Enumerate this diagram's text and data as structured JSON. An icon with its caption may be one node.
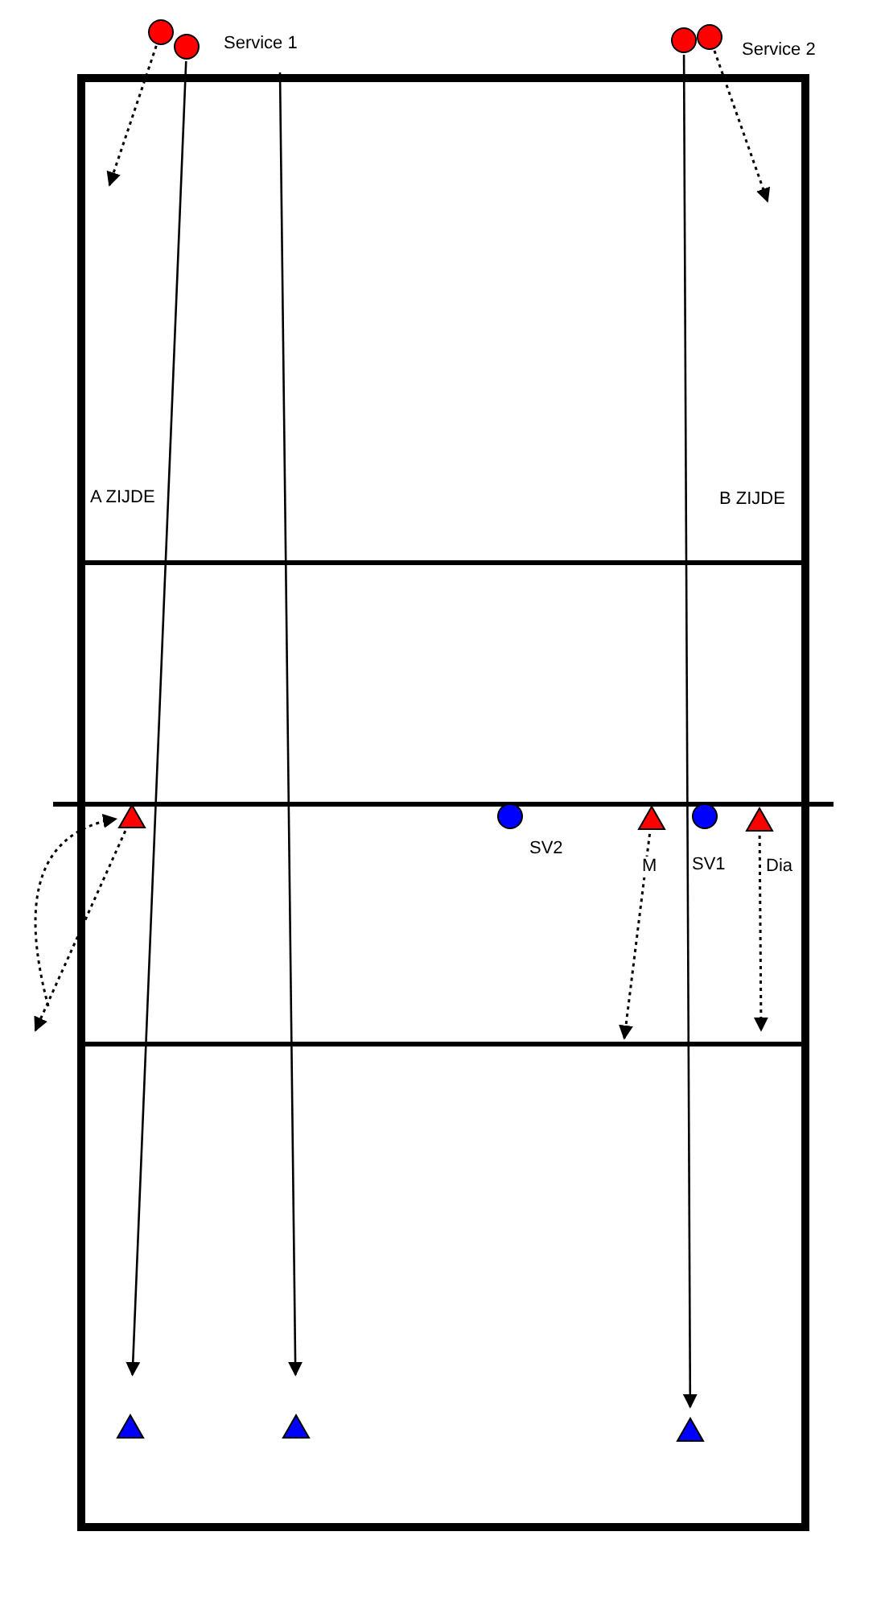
{
  "diagram": {
    "nodes": [
      {
        "text": [],
        "shape": "circle"
      },
      {
        "text": [],
        "shape": "circle",
        "beside": [
          "Service 1"
        ]
      },
      {
        "text": [],
        "shape": "circle"
      },
      {
        "text": [],
        "shape": "circle",
        "beside": [
          "Service 2"
        ]
      },
      {
        "text": [],
        "shape": "triangle"
      },
      {
        "text": [],
        "shape": "triangle",
        "beside": [
          "M"
        ]
      },
      {
        "text": [],
        "shape": "triangle",
        "beside": [
          "Dia"
        ]
      },
      {
        "text": [],
        "shape": "circle",
        "beside": [
          "SV2"
        ]
      },
      {
        "text": [],
        "shape": "circle",
        "beside": [
          "SV1"
        ]
      },
      {
        "text": [],
        "shape": "triangle"
      },
      {
        "text": [],
        "shape": "triangle"
      },
      {
        "text": [],
        "shape": "triangle"
      }
    ],
    "edges": [
      {
        "from": 1,
        "to": 9,
        "arrow": "to"
      },
      {
        "from": null,
        "to": 10,
        "arrow": "to"
      },
      {
        "from": 2,
        "to": 11,
        "arrow": "to"
      },
      {
        "from": 0,
        "to": null,
        "arrow": "to",
        "style": "dashed"
      },
      {
        "from": 3,
        "to": null,
        "arrow": "to",
        "style": "dashed"
      },
      {
        "from": 4,
        "to": null,
        "arrow": "to",
        "style": "dashed"
      },
      {
        "from": null,
        "to": 4,
        "arrow": "to",
        "style": "dashed"
      },
      {
        "from": 5,
        "to": null,
        "arrow": "to",
        "style": "dashed"
      },
      {
        "from": 6,
        "to": null,
        "arrow": "to",
        "style": "dashed"
      }
    ],
    "labels": [
      "A ZIJDE",
      "B ZIJDE"
    ]
  }
}
